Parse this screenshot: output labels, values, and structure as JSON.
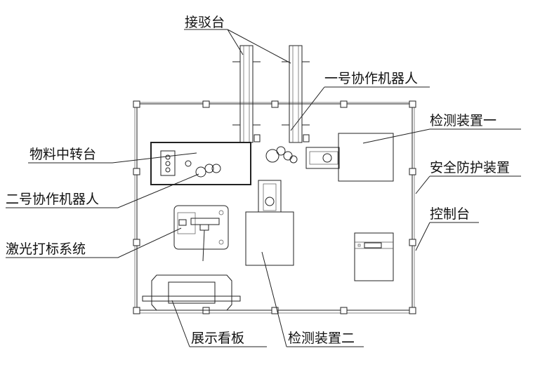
{
  "labels": {
    "transfer_station": "接驳台",
    "robot_1": "一号协作机器人",
    "inspection_1": "检测装置一",
    "material_table": "物料中转台",
    "safety_guard": "安全防护装置",
    "robot_2": "二号协作机器人",
    "control_console": "控制台",
    "laser_marking": "激光打标系统",
    "display_board": "展示看板",
    "inspection_2": "检测装置二"
  }
}
